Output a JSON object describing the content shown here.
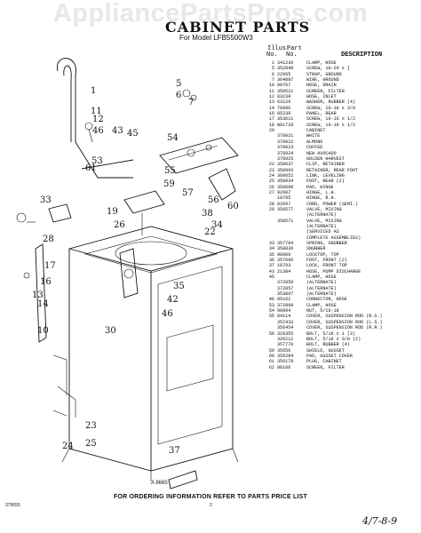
{
  "watermark": "AppliancePartsPros.com",
  "header": {
    "title": "CABINET PARTS",
    "subtitle": "For Model LFB5500W3",
    "col_illus": "Illus.",
    "col_no": "No.",
    "col_part": "Part",
    "col_partno": "No.",
    "col_desc": "DESCRIPTION"
  },
  "parts": [
    {
      "n": "1",
      "p": "341236",
      "d": "CLAMP, HOSE"
    },
    {
      "n": "5",
      "p": "352848",
      "d": "SCREW, 10-24 x ]"
    },
    {
      "n": "6",
      "p": "22965",
      "d": "STRAP, GROUND"
    },
    {
      "n": "7",
      "p": "364887",
      "d": "WIRE, GROUND"
    },
    {
      "n": "10",
      "p": "80767",
      "d": "HOSE, DRAIN"
    },
    {
      "n": "11",
      "p": "350521",
      "d": "SCREEN, FILTER"
    },
    {
      "n": "12",
      "p": "83239",
      "d": "HOSE, INLET"
    },
    {
      "n": "13",
      "p": "63126",
      "d": "WASHER, RUBBER (4)"
    },
    {
      "n": "14",
      "p": "70896",
      "d": "SCREW, 10-16 x 3/8"
    },
    {
      "n": "16",
      "p": "85239",
      "d": "PANEL, REAR"
    },
    {
      "n": "17",
      "p": "353611",
      "d": "SCREW, 10-16 x 1/2"
    },
    {
      "n": "18",
      "p": "m81728",
      "d": "SCREW, 10-16 x 1/2"
    },
    {
      "n": "20",
      "p": "",
      "d": "CABINET"
    },
    {
      "n": "",
      "p": "378921",
      "d": "WHITE"
    },
    {
      "n": "",
      "p": "378922",
      "d": "ALMOND"
    },
    {
      "n": "",
      "p": "378923",
      "d": "COFFEE"
    },
    {
      "n": "",
      "p": "378924",
      "d": "NEW AVOCADO"
    },
    {
      "n": "",
      "p": "378925",
      "d": "GOLDEN HARVEST"
    },
    {
      "n": "22",
      "p": "358637",
      "d": "CLIP, RETAINER"
    },
    {
      "n": "23",
      "p": "358993",
      "d": "RETAINER, REAR FOOT"
    },
    {
      "n": "24",
      "p": "360652",
      "d": "LINK, LEVELING"
    },
    {
      "n": "25",
      "p": "358934",
      "d": "FOOT, REAR (2)"
    },
    {
      "n": "26",
      "p": "358698",
      "d": "PAD, HINGE"
    },
    {
      "n": "27",
      "p": "92607",
      "d": "HINGE, L.H."
    },
    {
      "n": "",
      "p": "18795",
      "d": "HINGE, R.H."
    },
    {
      "n": "28",
      "p": "92697",
      "d": "CORD, POWER (SEMI.)"
    },
    {
      "n": "29",
      "p": "358577",
      "d": "VALVE, MIXING"
    },
    {
      "n": "",
      "p": "",
      "d": "(ALTERNATE)"
    },
    {
      "n": "",
      "p": "358571",
      "d": "VALVE, MIXING"
    },
    {
      "n": "",
      "p": "",
      "d": "(ALTERNATE)"
    },
    {
      "n": "",
      "p": "",
      "d": "(SERVICED AS"
    },
    {
      "n": "",
      "p": "",
      "d": "COMPLETE ASSEMBLIES)"
    },
    {
      "n": "33",
      "p": "357784",
      "d": "SPRING, SNUBBER"
    },
    {
      "n": "34",
      "p": "358836",
      "d": "SNUBBER"
    },
    {
      "n": "35",
      "p": "98609",
      "d": "LOCKTOP, TOP"
    },
    {
      "n": "36",
      "p": "357696",
      "d": "FOOT, FRONT (2)"
    },
    {
      "n": "37",
      "p": "18793",
      "d": "LOCK, FRONT TOP"
    },
    {
      "n": "43",
      "p": "21384",
      "d": "HOSE, PUMP DISCHARGE"
    },
    {
      "n": "45",
      "p": "",
      "d": "CLAMP, HOSE"
    },
    {
      "n": "",
      "p": "372858",
      "d": "(ALTERNATE)"
    },
    {
      "n": "",
      "p": "372857",
      "d": "(ALTERNATE)"
    },
    {
      "n": "",
      "p": "353897",
      "d": "(ALTERNATE)"
    },
    {
      "n": "46",
      "p": "95162",
      "d": "CONNECTOR, HOSE"
    },
    {
      "n": "53",
      "p": "372899",
      "d": "CLAMP, HOSE"
    },
    {
      "n": "54",
      "p": "90994",
      "d": "NUT, 5/16-18"
    },
    {
      "n": "55",
      "p": "94114",
      "d": "COVER, SUSPENSION ROD (R.S.)"
    },
    {
      "n": "",
      "p": "352433",
      "d": "COVER, SUSPENSION ROD (L.S.)"
    },
    {
      "n": "",
      "p": "356454",
      "d": "COVER, SUSPENSION ROD (R.R.)"
    },
    {
      "n": "56",
      "p": "326355",
      "d": "BOLT, 5/16 x 1 (3)"
    },
    {
      "n": "",
      "p": "326211",
      "d": "BOLT, 5/16 x 3/8 (2)"
    },
    {
      "n": "",
      "p": "357770",
      "d": "BOLT, RUBBER (4)"
    },
    {
      "n": "59",
      "p": "35656",
      "d": "SHIELD, GUSSET"
    },
    {
      "n": "60",
      "p": "356284",
      "d": "PAD, GUSSET COVER"
    },
    {
      "n": "61",
      "p": "356179",
      "d": "PLUG, CABINET"
    },
    {
      "n": "62",
      "p": "98166",
      "d": "SCREEN, FILTER"
    }
  ],
  "callouts": [
    "5",
    "6",
    "7",
    "1",
    "11",
    "12",
    "46",
    "43",
    "45",
    "53",
    "61",
    "54",
    "55",
    "59",
    "56",
    "60",
    "57",
    "38",
    "34",
    "22",
    "33",
    "19",
    "26",
    "28",
    "17",
    "16",
    "13",
    "14",
    "10",
    "35",
    "42",
    "46",
    "30",
    "24",
    "23",
    "25",
    "37"
  ],
  "figure_code": "A 8665",
  "footer": "FOR ORDERING INFORMATION REFER TO PARTS PRICE LIST",
  "doc_code": "379655",
  "page_number": "2",
  "handwritten_note": "4/7-8-9"
}
